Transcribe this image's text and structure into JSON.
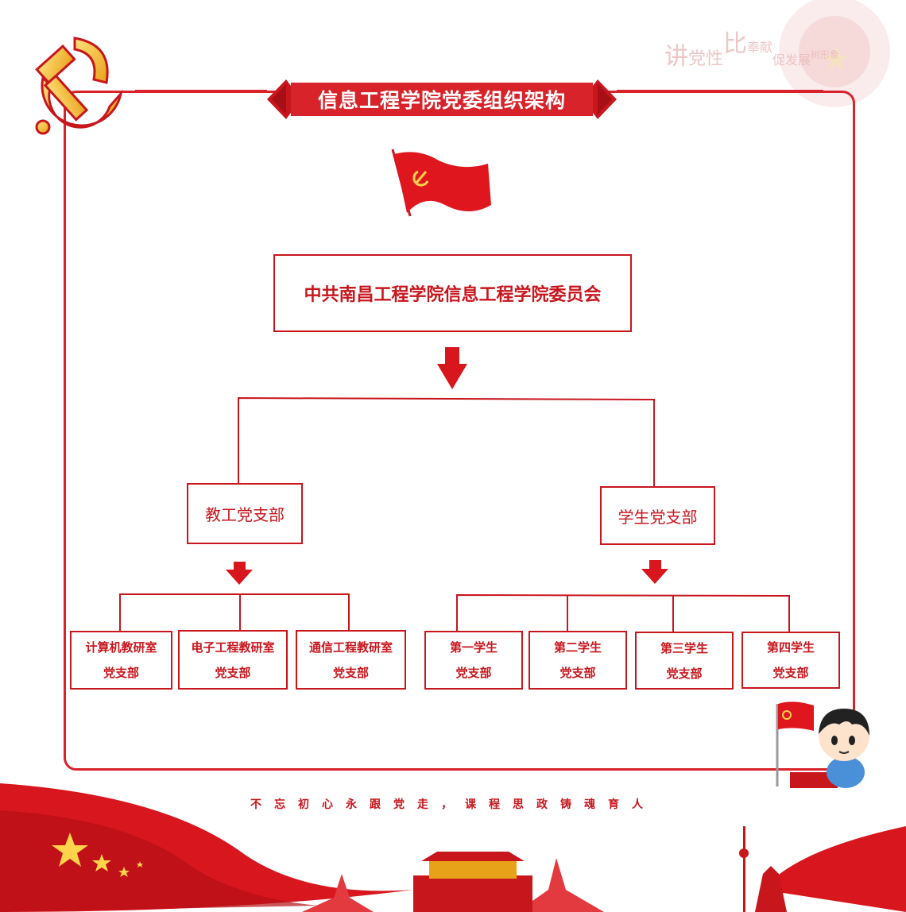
{
  "header": {
    "title": "信息工程学院党委组织架构",
    "watermark": [
      "讲",
      "党性",
      "比",
      "奉献",
      "促发展",
      "树形象"
    ]
  },
  "org": {
    "root": "中共南昌工程学院信息工程学院委员会",
    "branches": [
      {
        "label": "教工党支部",
        "children": [
          {
            "line1": "计算机教研室",
            "line2": "党支部"
          },
          {
            "line1": "电子工程教研室",
            "line2": "党支部"
          },
          {
            "line1": "通信工程教研室",
            "line2": "党支部"
          }
        ]
      },
      {
        "label": "学生党支部",
        "children": [
          {
            "line1": "第一学生",
            "line2": "党支部"
          },
          {
            "line1": "第二学生",
            "line2": "党支部"
          },
          {
            "line1": "第三学生",
            "line2": "党支部"
          },
          {
            "line1": "第四学生",
            "line2": "党支部"
          }
        ]
      }
    ]
  },
  "footer": {
    "slogan": "不忘初心永跟党走，课程思政铸魂育人"
  },
  "icons": [
    "party-emblem-icon",
    "red-flag-icon",
    "arrow-down-icon",
    "star-icon",
    "cartoon-boy-icon"
  ],
  "colors": {
    "accent": "#c8161d",
    "gold": "#f2b233"
  }
}
